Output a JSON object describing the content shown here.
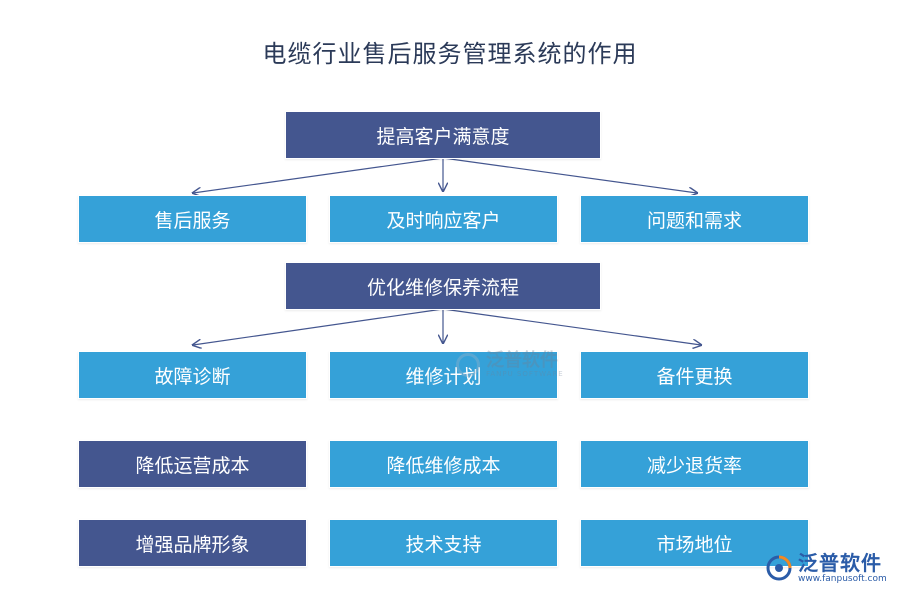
{
  "title": "电缆行业售后服务管理系统的作用",
  "section1": {
    "header": "提高客户满意度",
    "items": [
      "售后服务",
      "及时响应客户",
      "问题和需求"
    ]
  },
  "section2": {
    "header": "优化维修保养流程",
    "items": [
      "故障诊断",
      "维修计划",
      "备件更换"
    ]
  },
  "row3": {
    "items": [
      "降低运营成本",
      "降低维修成本",
      "减少退货率"
    ]
  },
  "row4": {
    "items": [
      "增强品牌形象",
      "技术支持",
      "市场地位"
    ]
  },
  "watermark": {
    "text_cn": "泛普软件",
    "text_en": "FANPU SOFTWARE"
  },
  "brand": {
    "name": "泛普软件",
    "url": "www.fanpusoft.com"
  },
  "colors": {
    "dark_box": "#44568f",
    "light_box": "#35a1d8",
    "arrow": "#44568f",
    "title": "#2b3a58"
  }
}
